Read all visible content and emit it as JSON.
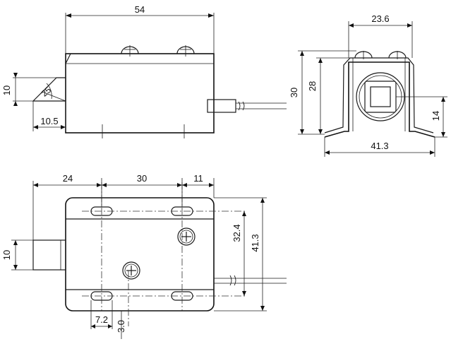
{
  "views": {
    "top": {
      "dims": {
        "overall_length": "54",
        "plunger_height": "10",
        "chamfer_angle": "25",
        "plunger_length": "10.5"
      }
    },
    "side": {
      "dims": {
        "bracket_width": "23.6",
        "overall_height": "30",
        "bracket_height": "28",
        "plunger_center": "14",
        "base_width": "41.3"
      }
    },
    "front": {
      "dims": {
        "hole_spacing_left": "24",
        "hole_spacing_mid": "30",
        "hole_spacing_right": "11",
        "slot_spacing": "32.4",
        "body_width": "41.3",
        "plunger_diameter": "10",
        "slot_offset": "7.2",
        "screw_offset": "3.0"
      }
    }
  }
}
